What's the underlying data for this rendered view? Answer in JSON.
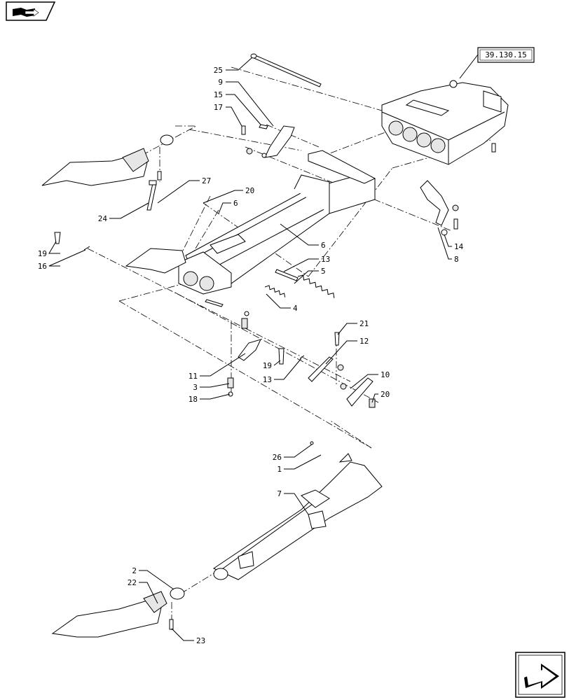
{
  "reference_box": "39.130.15",
  "labels": {
    "l25": "25",
    "l9": "9",
    "l15": "15",
    "l17": "17",
    "l27": "27",
    "l20a": "20",
    "l6a": "6",
    "l24": "24",
    "l6b": "6",
    "l19a": "19",
    "l16": "16",
    "l13a": "13",
    "l5": "5",
    "l14": "14",
    "l8": "8",
    "l4": "4",
    "l21": "21",
    "l12": "12",
    "l11": "11",
    "l19b": "19",
    "l10": "10",
    "l3": "3",
    "l13b": "13",
    "l20b": "20",
    "l18": "18",
    "l26": "26",
    "l1": "1",
    "l7": "7",
    "l2": "2",
    "l22": "22",
    "l23": "23"
  },
  "icons": {
    "top_left": "book-navigation-icon",
    "bottom_right": "next-page-arrow-icon"
  }
}
